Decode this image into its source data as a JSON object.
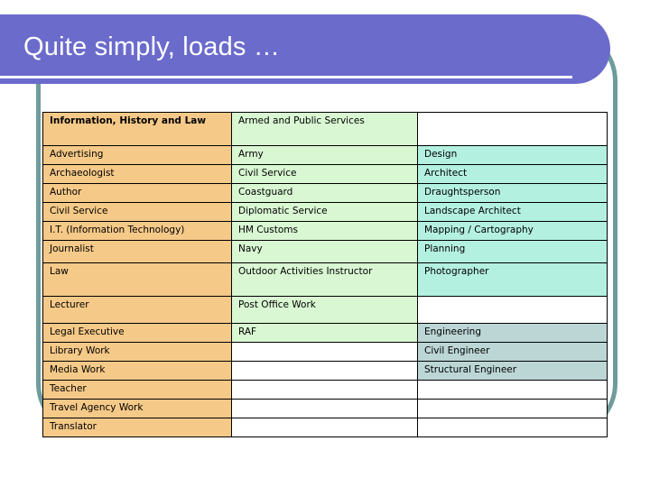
{
  "slide": {
    "title": "Quite simply, loads …",
    "colors": {
      "title_banner": "#6b6bcc",
      "frame_border": "#6f9b9b",
      "column1_fill": "#f5c988",
      "column2_fill": "#d9f7d2",
      "column3_fill": "#b3f0e0",
      "engineering_fill": "#bcd6d6",
      "table_border": "#000000",
      "title_text": "#ffffff"
    }
  },
  "table": {
    "headers": [
      "Information, History and Law",
      "Armed and Public Services",
      ""
    ],
    "rows": [
      [
        "Advertising",
        "Army",
        "Design"
      ],
      [
        "Archaeologist",
        "Civil Service",
        "Architect"
      ],
      [
        "Author",
        "Coastguard",
        "Draughtsperson"
      ],
      [
        "Civil Service",
        "Diplomatic Service",
        "Landscape Architect"
      ],
      [
        "I.T. (Information Technology)",
        "HM Customs",
        "Mapping / Cartography"
      ],
      [
        "Journalist",
        "Navy",
        "Planning"
      ],
      [
        "Law",
        "Outdoor Activities Instructor",
        "Photographer"
      ],
      [
        "Lecturer",
        "Post Office Work",
        ""
      ],
      [
        "Legal Executive",
        "RAF",
        "Engineering"
      ],
      [
        "Library Work",
        "",
        "Civil Engineer"
      ],
      [
        "Media Work",
        "",
        "Structural Engineer"
      ],
      [
        "Teacher",
        "",
        ""
      ],
      [
        "Travel Agency Work",
        "",
        ""
      ],
      [
        "Translator",
        "",
        ""
      ]
    ]
  }
}
